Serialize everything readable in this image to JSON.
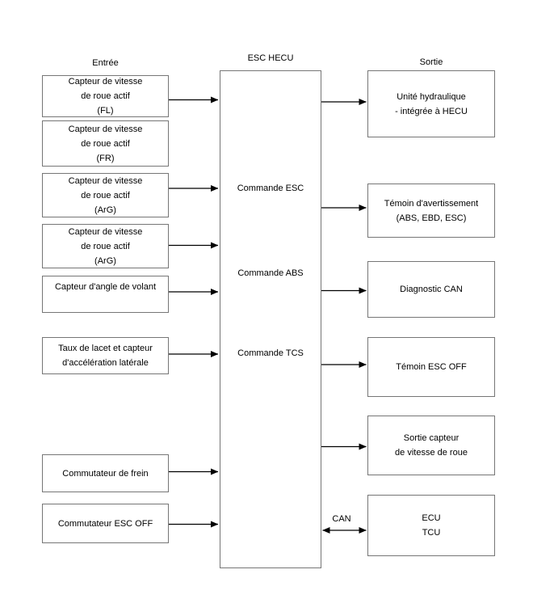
{
  "diagram": {
    "column_headers": {
      "input": "Entrée",
      "controller": "ESC HECU",
      "output": "Sortie"
    },
    "controller": {
      "commands": [
        "Commande ESC",
        "Commande ABS",
        "Commande TCS"
      ]
    },
    "inputs": [
      {
        "lines": [
          "Capteur de vitesse",
          "de roue actif",
          "(FL)"
        ]
      },
      {
        "lines": [
          "Capteur de vitesse",
          "de roue actif",
          "(FR)"
        ]
      },
      {
        "lines": [
          "Capteur de vitesse",
          "de roue actif",
          "(ArG)"
        ]
      },
      {
        "lines": [
          "Capteur de vitesse",
          "de roue actif",
          "(ArG)"
        ]
      },
      {
        "lines": [
          "Capteur d'angle de volant"
        ]
      },
      {
        "lines": [
          "Taux de lacet et capteur",
          "d'accélération latérale"
        ]
      },
      {
        "lines": [
          "Commutateur de frein"
        ]
      },
      {
        "lines": [
          "Commutateur ESC OFF"
        ]
      }
    ],
    "outputs": [
      {
        "lines": [
          "Unité hydraulique",
          "- intégrée à HECU"
        ]
      },
      {
        "lines": [
          "Témoin d'avertissement",
          "(ABS, EBD, ESC)"
        ]
      },
      {
        "lines": [
          "Diagnostic CAN"
        ]
      },
      {
        "lines": [
          "Témoin ESC OFF"
        ]
      },
      {
        "lines": [
          "Sortie capteur",
          "de vitesse de roue"
        ]
      },
      {
        "lines": [
          "ECU",
          "TCU"
        ]
      }
    ],
    "bus_label": "CAN",
    "colors": {
      "box_border": "#767676",
      "arrow": "#000000",
      "text": "#000000",
      "background": "#ffffff"
    }
  }
}
